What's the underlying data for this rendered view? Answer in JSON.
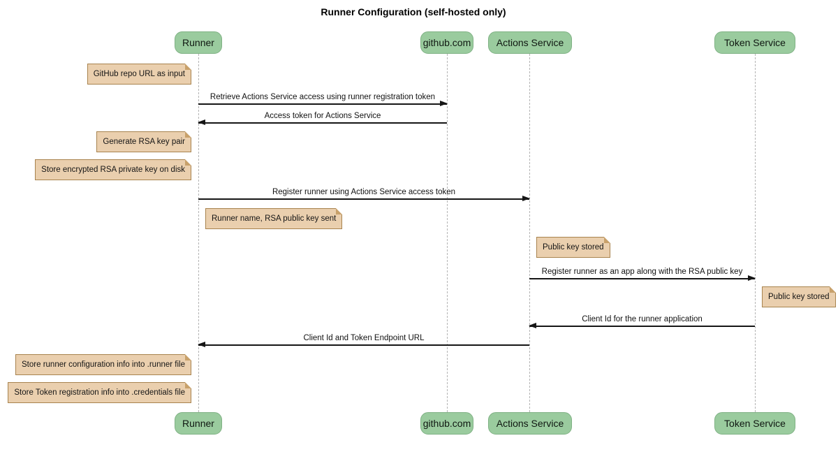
{
  "title": "Runner Configuration (self-hosted only)",
  "colors": {
    "participant_fill": "#9ACB9E",
    "participant_border": "#7FB184",
    "note_fill": "#EACFAE",
    "note_border": "#A8834E",
    "lifeline": "#B3B3B3",
    "message_line": "#161616",
    "background": "#FFFFFF"
  },
  "participants": [
    {
      "name": "Runner"
    },
    {
      "name": "github.com"
    },
    {
      "name": "Actions Service"
    },
    {
      "name": "Token Service"
    }
  ],
  "notes": [
    {
      "text": "GitHub repo URL as input",
      "placement": "left of Runner"
    },
    {
      "text": "Generate RSA key pair",
      "placement": "left of Runner"
    },
    {
      "text": "Store encrypted RSA private key on disk",
      "placement": "left of Runner"
    },
    {
      "text": "Runner name, RSA public key sent",
      "placement": "right of Runner"
    },
    {
      "text": "Public key stored",
      "placement": "right of Actions Service"
    },
    {
      "text": "Public key stored",
      "placement": "right of Token Service"
    },
    {
      "text": "Store runner configuration info into .runner file",
      "placement": "left of Runner"
    },
    {
      "text": "Store Token registration info into .credentials file",
      "placement": "left of Runner"
    }
  ],
  "messages": [
    {
      "label": "Retrieve Actions Service access using runner registration token",
      "from": "Runner",
      "to": "github.com"
    },
    {
      "label": "Access token for Actions Service",
      "from": "github.com",
      "to": "Runner"
    },
    {
      "label": "Register runner using Actions Service access token",
      "from": "Runner",
      "to": "Actions Service"
    },
    {
      "label": "Register runner as an app along with the RSA public key",
      "from": "Actions Service",
      "to": "Token Service"
    },
    {
      "label": "Client Id for the runner application",
      "from": "Token Service",
      "to": "Actions Service"
    },
    {
      "label": "Client Id and Token Endpoint URL",
      "from": "Actions Service",
      "to": "Runner"
    }
  ]
}
